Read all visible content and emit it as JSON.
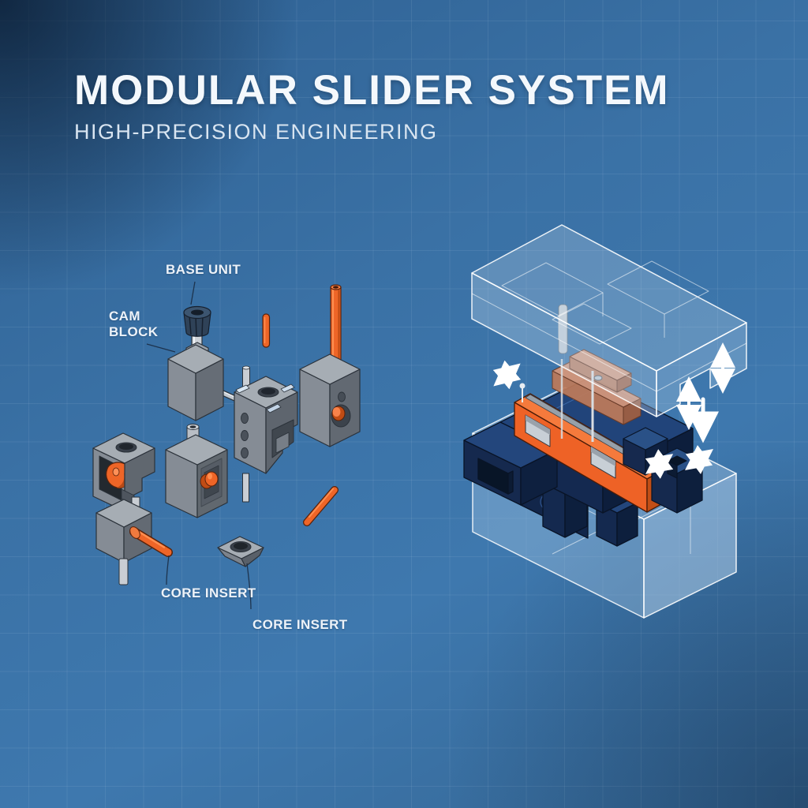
{
  "header": {
    "title": "MODULAR SLIDER SYSTEM",
    "subtitle": "HIGH-PRECISION ENGINEERING"
  },
  "labels": {
    "base_unit": "BASE UNIT",
    "cam_block": "CAM BLOCK",
    "core_insert_left": "CORE INSERT",
    "core_insert_right": "CORE INSERT"
  },
  "colors": {
    "background_blue": "#3a71a5",
    "accent_orange": "#ee6527",
    "steel_gray": "#8d949c",
    "deep_navy": "#1d3a6b",
    "ghost_white": "#ffffff",
    "salmon_core": "#c98a68",
    "label_text": "#edf2f8"
  }
}
